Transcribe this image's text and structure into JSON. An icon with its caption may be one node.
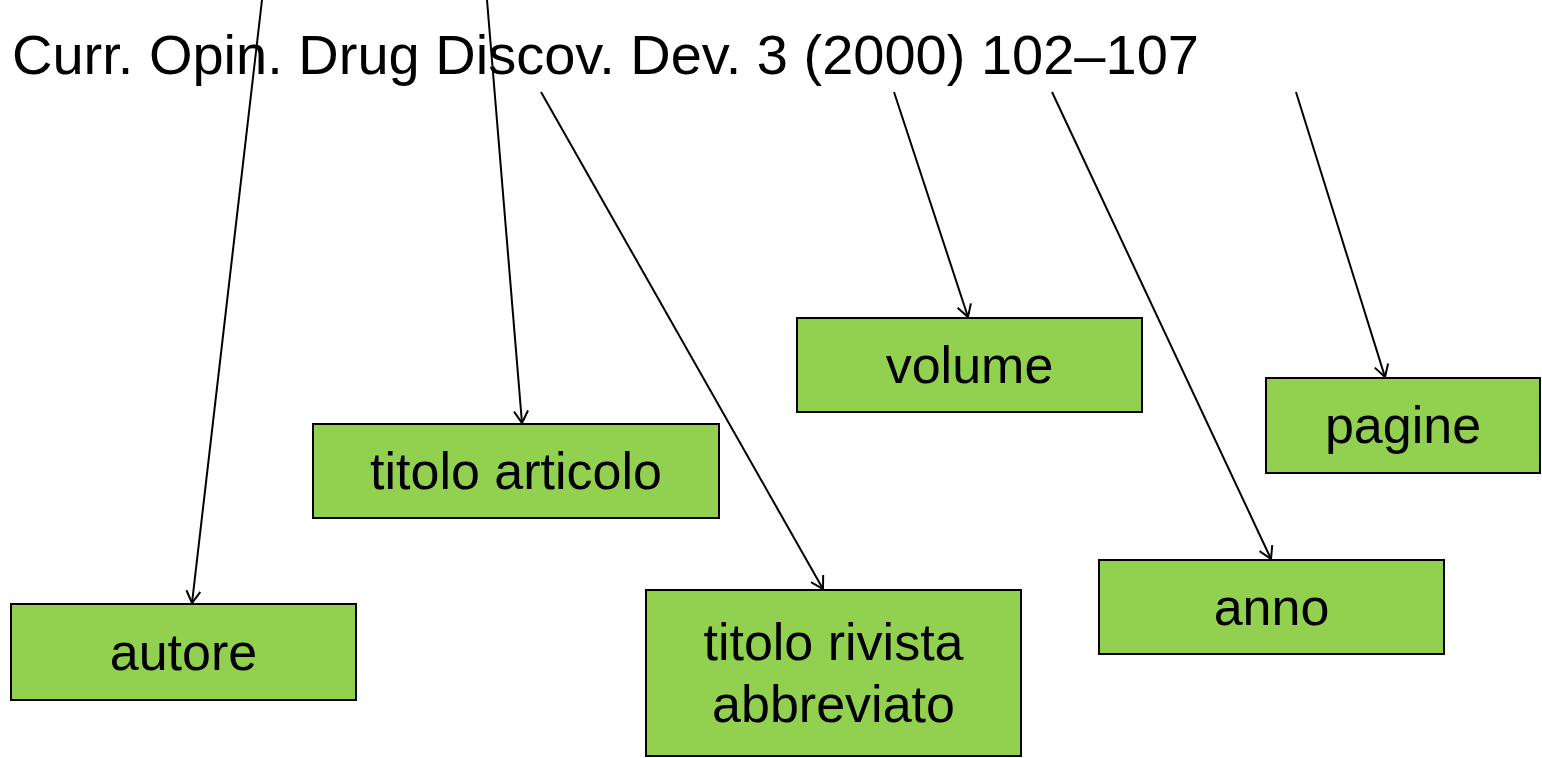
{
  "diagram": {
    "nodes": [
      {
        "text": [
          "Curr. Opin. Drug Discov. Dev. 3 (2000) 102–107"
        ]
      },
      {
        "text": [
          "autore"
        ]
      },
      {
        "text": [
          "titolo articolo"
        ]
      },
      {
        "text": [
          "titolo rivista abbreviato"
        ]
      },
      {
        "text": [
          "volume"
        ]
      },
      {
        "text": [
          "anno"
        ]
      },
      {
        "text": [
          "pagine"
        ]
      }
    ],
    "edges": [
      {
        "from": null,
        "to": 1,
        "arrow": "to"
      },
      {
        "from": null,
        "to": 2,
        "arrow": "to"
      },
      {
        "from": 0,
        "to": 3,
        "arrow": "to"
      },
      {
        "from": 0,
        "to": 4,
        "arrow": "to"
      },
      {
        "from": 0,
        "to": 5,
        "arrow": "to"
      },
      {
        "from": 0,
        "to": 6,
        "arrow": "to"
      }
    ]
  }
}
